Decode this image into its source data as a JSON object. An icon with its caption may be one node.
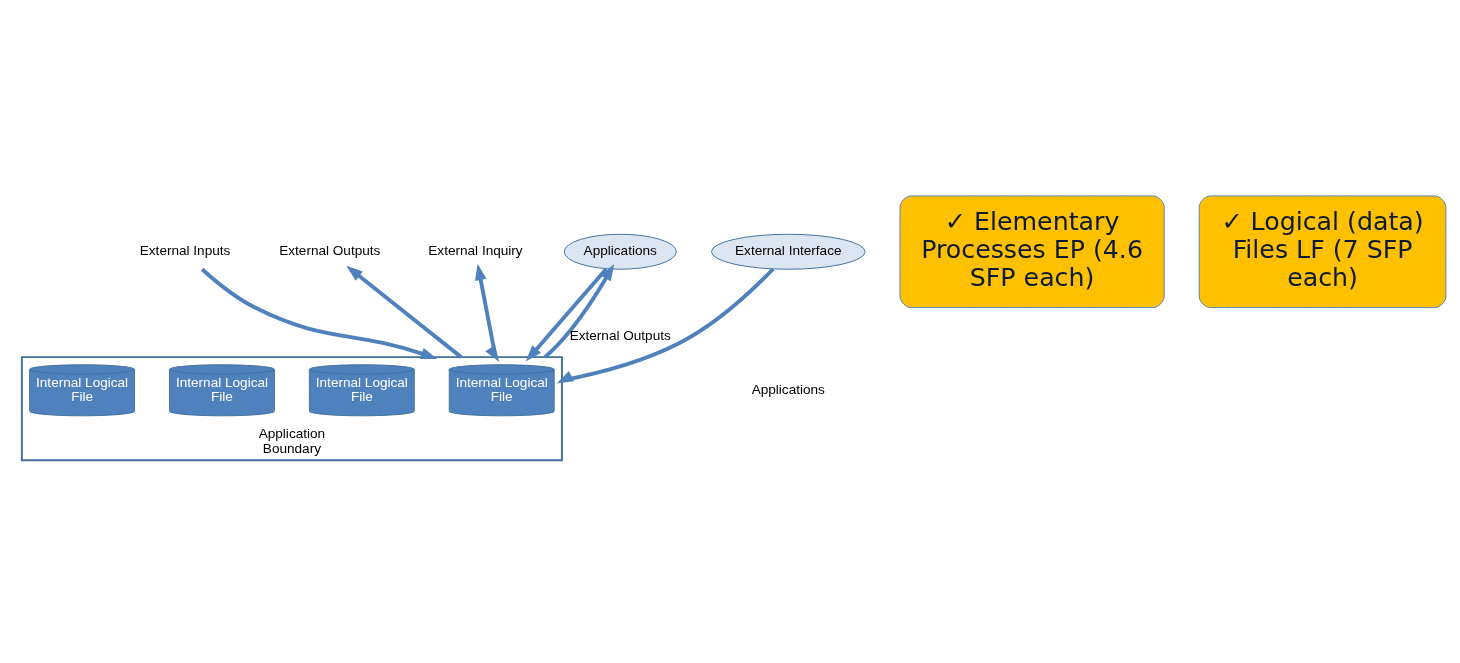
{
  "diagram": {
    "nodes": [
      {
        "text": [
          "Application Boundary"
        ]
      },
      {
        "text": [
          "Internal Logical File"
        ],
        "in": 0
      },
      {
        "text": [
          "Internal Logical File"
        ],
        "in": 0
      },
      {
        "text": [
          "Internal Logical File"
        ],
        "in": 0
      },
      {
        "text": [
          "Internal Logical File"
        ],
        "in": 0
      },
      {
        "text": [
          "External Inputs"
        ]
      },
      {
        "text": [
          "External Outputs"
        ]
      },
      {
        "text": [
          "External Inquiry"
        ]
      },
      {
        "text": [
          "Applications"
        ]
      },
      {
        "text": [
          "External Interface"
        ]
      },
      {
        "text": [
          "✓ Elementary Processes EP (4.6 SFP each)"
        ]
      },
      {
        "text": [
          "✓ Logical (data) Files LF (7 SFP each)"
        ]
      }
    ],
    "edges": [
      {
        "from": 5,
        "to": 0,
        "arrow": "to"
      },
      {
        "from": 0,
        "to": 6,
        "arrow": "to"
      },
      {
        "from": 7,
        "to": 0,
        "arrow": "both"
      },
      {
        "from": 9,
        "to": 0,
        "arrow": "to"
      },
      {
        "from": 8,
        "to": 0,
        "arrow": "to"
      },
      {
        "from": 0,
        "to": 8,
        "arrow": "to",
        "label": "External Outputs"
      }
    ],
    "labels": [
      "Applications"
    ]
  }
}
